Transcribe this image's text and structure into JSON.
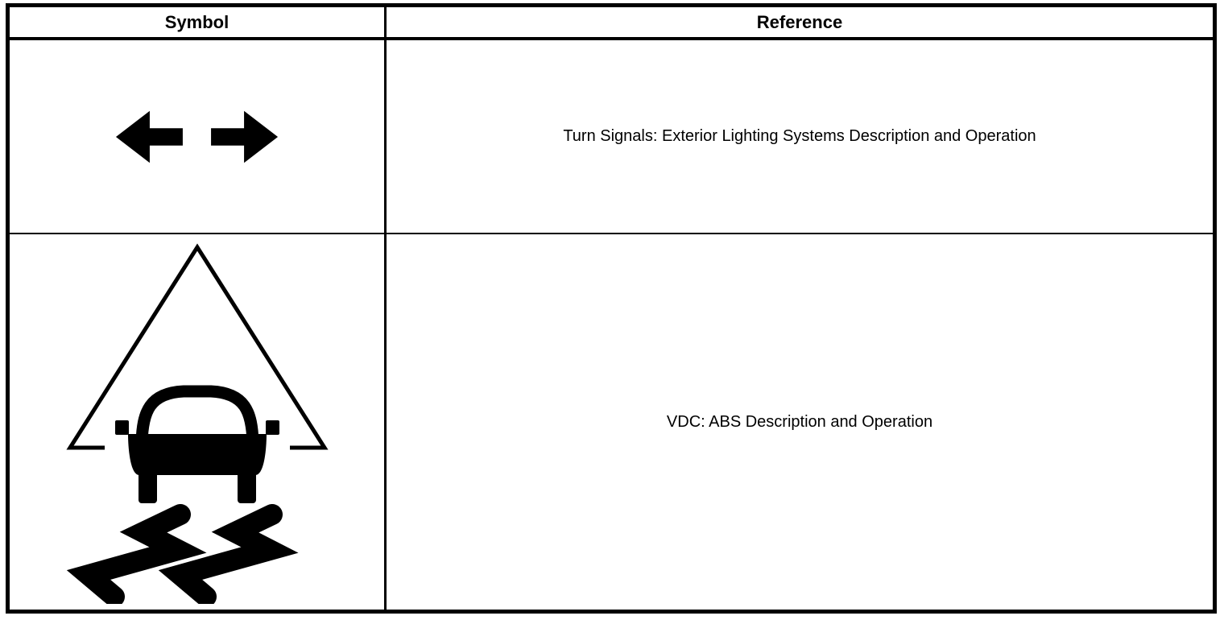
{
  "table": {
    "headers": [
      {
        "label": "Symbol"
      },
      {
        "label": "Reference"
      }
    ],
    "rows": [
      {
        "symbol_icon": "turn-signal-arrows-icon",
        "reference": "Turn Signals: Exterior Lighting Systems Description and Operation"
      },
      {
        "symbol_icon": "vdc-slip-indicator-icon",
        "reference": "VDC: ABS Description and Operation"
      }
    ]
  },
  "colors": {
    "ink": "#000000",
    "paper": "#ffffff"
  }
}
